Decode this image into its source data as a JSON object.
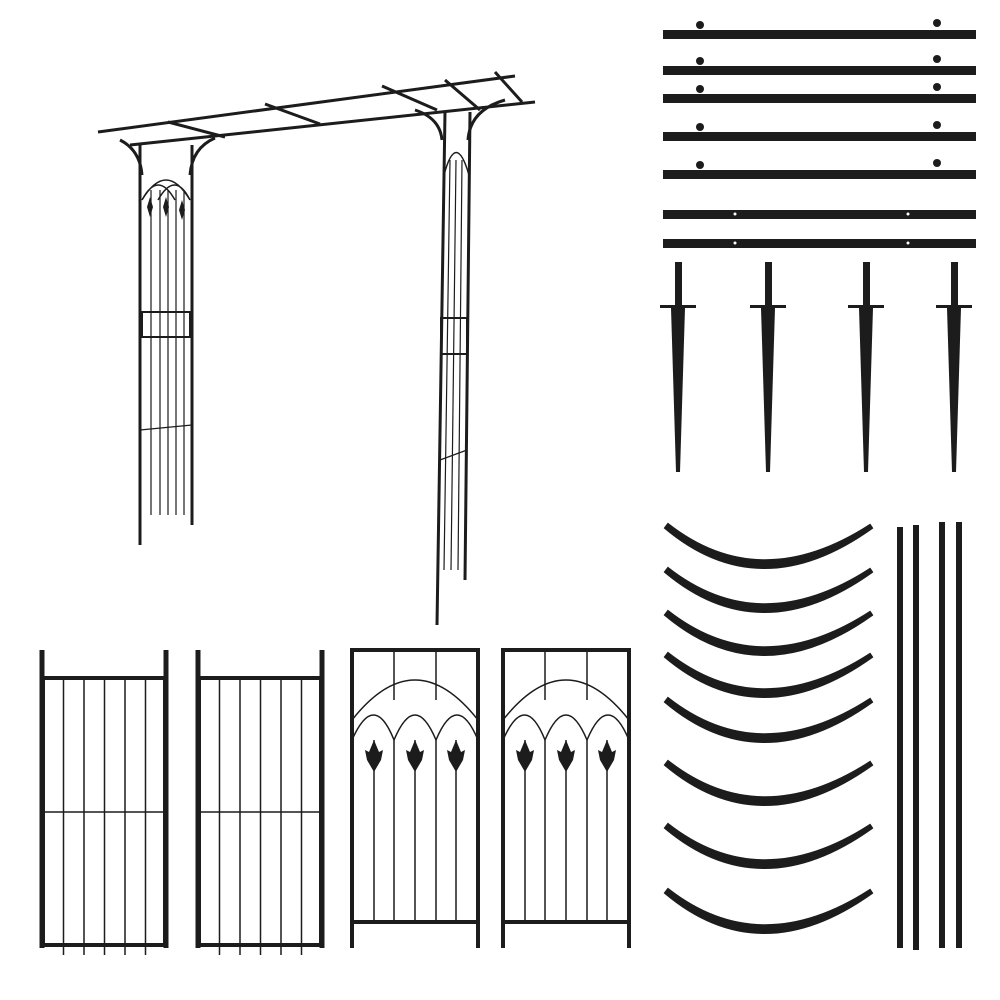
{
  "colors": {
    "background": "#ffffff",
    "metal": "#1c1c1c"
  },
  "parts": {
    "assembled_arch": 1,
    "top_bars": 7,
    "ground_stakes": 4,
    "curved_braces": 8,
    "poles": 4,
    "plain_panels": 2,
    "decorative_panels": 2
  }
}
